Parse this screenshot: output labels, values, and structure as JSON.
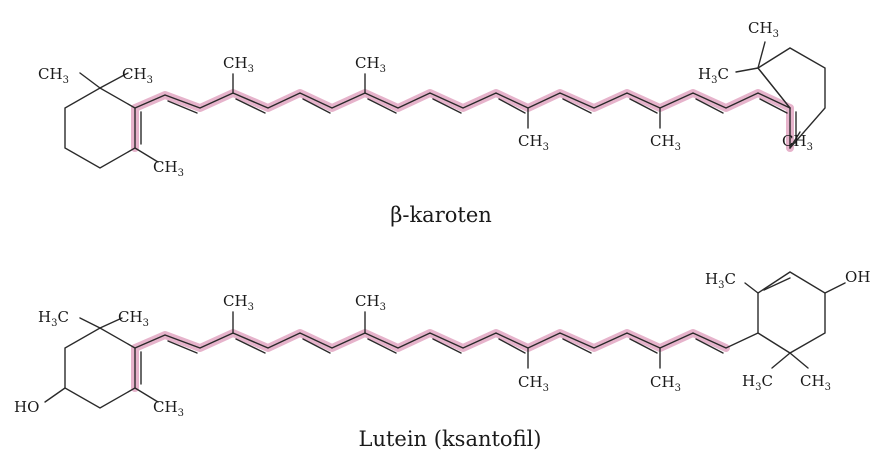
{
  "molecules": [
    {
      "name": "β-karoten",
      "group_labels": [
        "CH3",
        "CH3",
        "CH3",
        "CH3",
        "CH3",
        "CH3",
        "CH3",
        "H3C",
        "CH3",
        "CH3"
      ]
    },
    {
      "name": "Lutein (ksantofil)",
      "group_labels": [
        "H3C",
        "CH3",
        "HO",
        "CH3",
        "CH3",
        "CH3",
        "CH3",
        "CH3",
        "H3C",
        "OH",
        "H3C",
        "CH3"
      ]
    }
  ],
  "colors": {
    "conjugation_highlight": "#e2a6c2",
    "bond": "#2a2a2a",
    "text": "#1a1a1a"
  }
}
